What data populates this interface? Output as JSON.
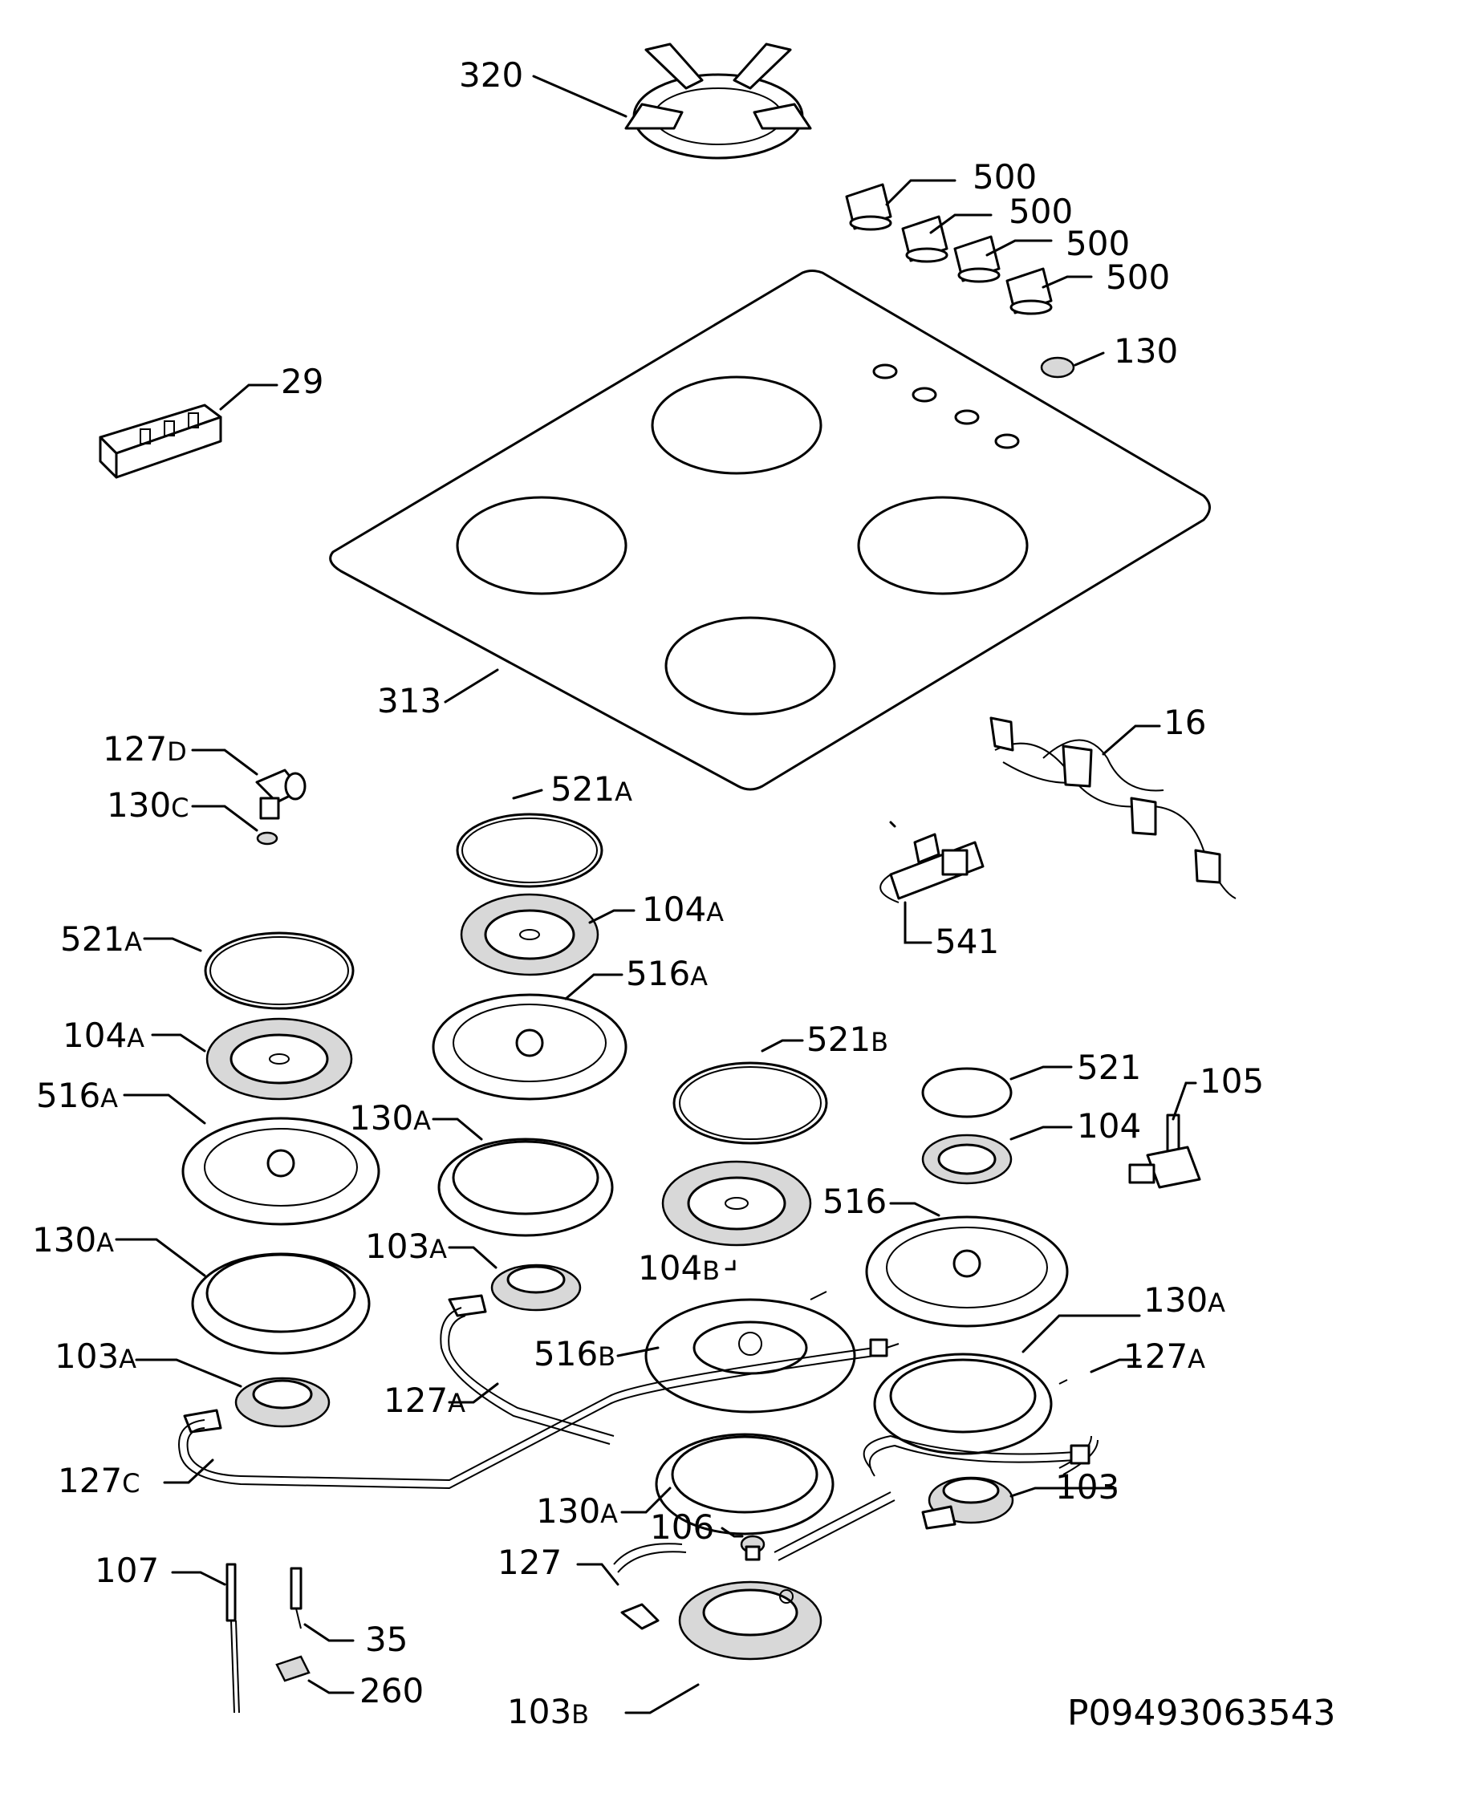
{
  "labels": {
    "l320": {
      "num": "320",
      "suf": ""
    },
    "l500a": {
      "num": "500",
      "suf": ""
    },
    "l500b": {
      "num": "500",
      "suf": ""
    },
    "l500c": {
      "num": "500",
      "suf": ""
    },
    "l500d": {
      "num": "500",
      "suf": ""
    },
    "l130": {
      "num": "130",
      "suf": ""
    },
    "l29": {
      "num": "29",
      "suf": ""
    },
    "l313": {
      "num": "313",
      "suf": ""
    },
    "l16": {
      "num": "16",
      "suf": ""
    },
    "l127d": {
      "num": "127",
      "suf": "D"
    },
    "l130c": {
      "num": "130",
      "suf": "C"
    },
    "l521a_top": {
      "num": "521",
      "suf": "A"
    },
    "l104a_mid": {
      "num": "104",
      "suf": "A"
    },
    "l516a_mid": {
      "num": "516",
      "suf": "A"
    },
    "l541": {
      "num": "541",
      "suf": ""
    },
    "l521a_left": {
      "num": "521",
      "suf": "A"
    },
    "l104a_left": {
      "num": "104",
      "suf": "A"
    },
    "l516a_left": {
      "num": "516",
      "suf": "A"
    },
    "l130a_mid": {
      "num": "130",
      "suf": "A"
    },
    "l521b": {
      "num": "521",
      "suf": "B"
    },
    "l521": {
      "num": "521",
      "suf": ""
    },
    "l105": {
      "num": "105",
      "suf": ""
    },
    "l104": {
      "num": "104",
      "suf": ""
    },
    "l516": {
      "num": "516",
      "suf": ""
    },
    "l130a_left": {
      "num": "130",
      "suf": "A"
    },
    "l103a_mid": {
      "num": "103",
      "suf": "A"
    },
    "l104b": {
      "num": "104",
      "suf": "B"
    },
    "l130a_right": {
      "num": "130",
      "suf": "A"
    },
    "l127a_right": {
      "num": "127",
      "suf": "A"
    },
    "l103a_left": {
      "num": "103",
      "suf": "A"
    },
    "l516b": {
      "num": "516",
      "suf": "B"
    },
    "l127a_mid": {
      "num": "127",
      "suf": "A"
    },
    "l127c": {
      "num": "127",
      "suf": "C"
    },
    "l130a_bottom": {
      "num": "130",
      "suf": "A"
    },
    "l103": {
      "num": "103",
      "suf": ""
    },
    "l106": {
      "num": "106",
      "suf": ""
    },
    "l107": {
      "num": "107",
      "suf": ""
    },
    "l127": {
      "num": "127",
      "suf": ""
    },
    "l35": {
      "num": "35",
      "suf": ""
    },
    "l260": {
      "num": "260",
      "suf": ""
    },
    "l103b": {
      "num": "103",
      "suf": "B"
    }
  },
  "reference_code": "P09493063543"
}
